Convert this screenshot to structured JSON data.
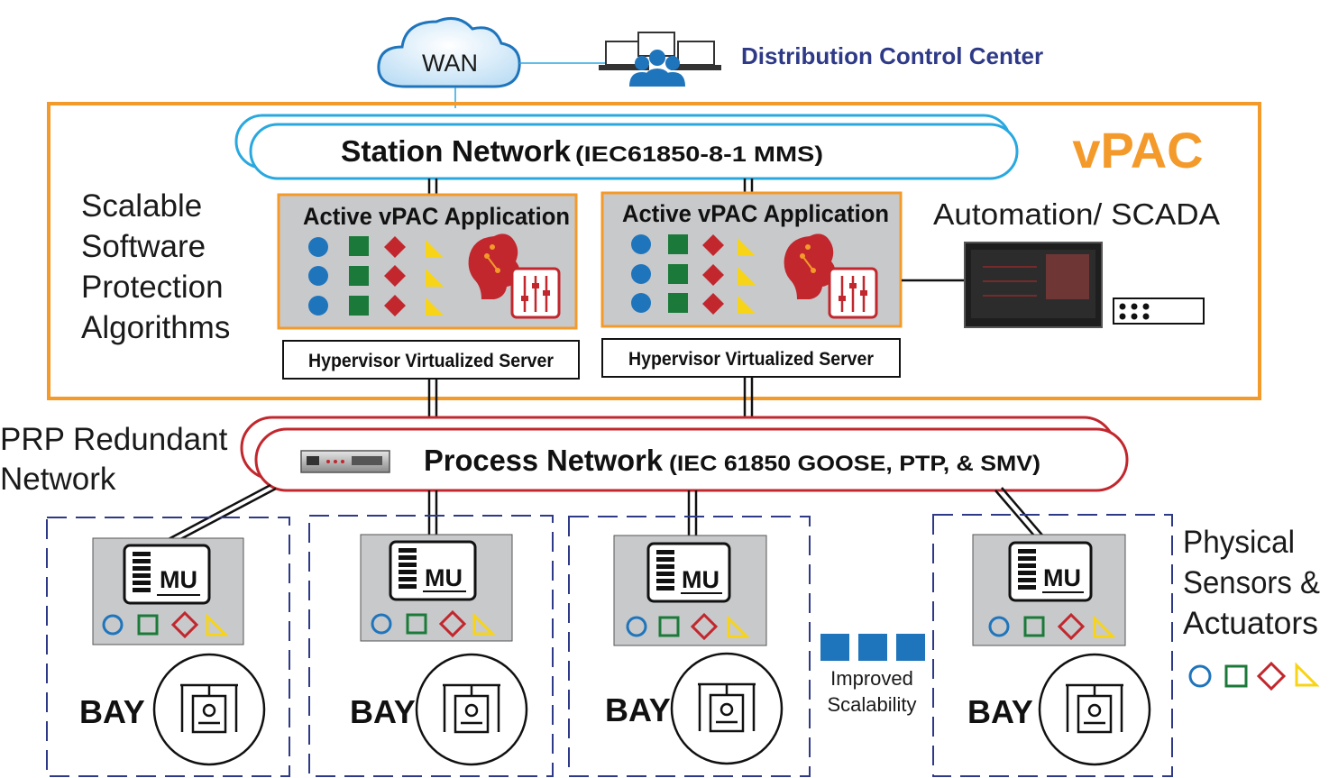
{
  "cloud": {
    "label": "WAN"
  },
  "control_center": {
    "label": "Distribution Control Center"
  },
  "vpac": {
    "label": "vPAC"
  },
  "station_network": {
    "title": "Station Network",
    "protocol": "(IEC61850-8-1 MMS)"
  },
  "left_labels": {
    "lines": [
      "Scalable",
      "Software",
      "Protection",
      "Algorithms"
    ]
  },
  "applications": [
    {
      "title": "Active vPAC Application",
      "server": "Hypervisor Virtualized Server"
    },
    {
      "title": "Active vPAC Application",
      "server": "Hypervisor Virtualized Server"
    }
  ],
  "scada": {
    "label": "Automation/ SCADA"
  },
  "prp": {
    "lines": [
      "PRP Redundant",
      "Network"
    ]
  },
  "process_network": {
    "title": "Process Network",
    "protocol": "(IEC 61850 GOOSE, PTP, & SMV)"
  },
  "bays": [
    {
      "mu_label": "MU",
      "bay_label": "BAY"
    },
    {
      "mu_label": "MU",
      "bay_label": "BAY"
    },
    {
      "mu_label": "MU",
      "bay_label": "BAY"
    },
    {
      "mu_label": "MU",
      "bay_label": "BAY"
    }
  ],
  "scalability": {
    "lines": [
      "Improved",
      "Scalability"
    ]
  },
  "physical": {
    "lines": [
      "Physical",
      "Sensors &",
      "Actuators"
    ]
  },
  "colors": {
    "orange": "#f39a2b",
    "blue_line": "#29a8e0",
    "red_line": "#c1272d",
    "navy": "#2e3a87",
    "green": "#1b7a3a",
    "circle_blue": "#1f75bc",
    "diamond_red": "#c1272d",
    "triangle_yellow": "#f7d417",
    "panel_gray": "#c8c9cb"
  },
  "icons": [
    "cloud-icon",
    "operators-icon",
    "ai-head-icon",
    "equalizer-icon",
    "scada-monitor-icon",
    "rtu-device-icon",
    "network-switch-icon",
    "merging-unit-icon",
    "substation-icon"
  ]
}
